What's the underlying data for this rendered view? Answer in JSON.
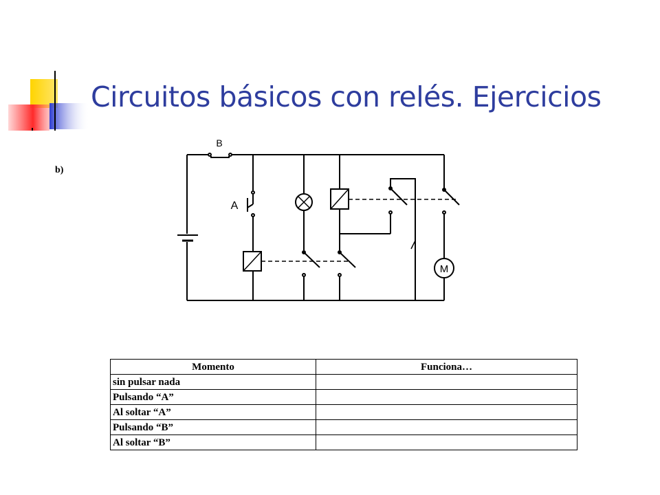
{
  "slide": {
    "title": "Circuitos básicos con relés. Ejercicios",
    "accent_color": "#2e3d9e"
  },
  "exercise": {
    "label": "b)"
  },
  "circuit": {
    "labels": {
      "switch_b": "B",
      "pushbutton_a": "A",
      "motor": "M"
    }
  },
  "table": {
    "headers": [
      "Momento",
      "Funciona…"
    ],
    "rows": [
      {
        "momento": "sin pulsar nada",
        "funciona": ""
      },
      {
        "momento": "Pulsando  “A”",
        "funciona": ""
      },
      {
        "momento": "Al soltar “A”",
        "funciona": ""
      },
      {
        "momento": "Pulsando “B”",
        "funciona": ""
      },
      {
        "momento": "Al soltar “B”",
        "funciona": ""
      }
    ]
  }
}
